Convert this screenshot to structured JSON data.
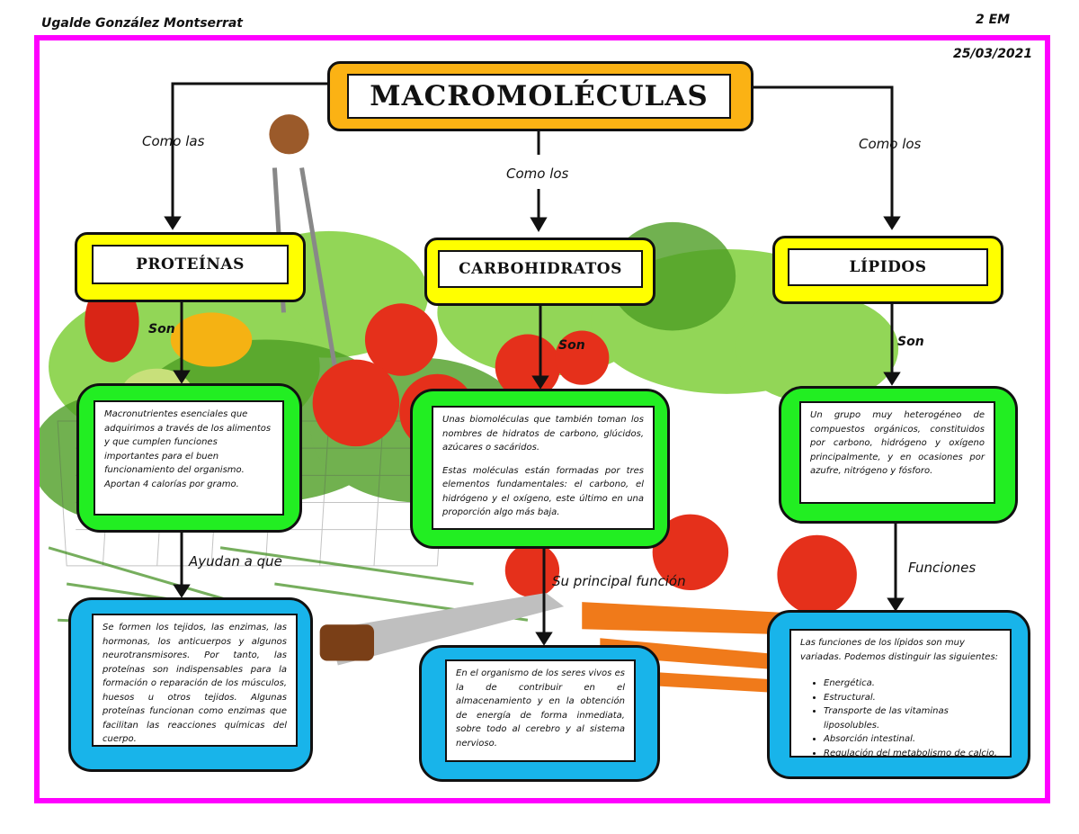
{
  "header": {
    "author": "Ugalde González Montserrat",
    "group": "2 EM",
    "date": "25/03/2021"
  },
  "title": "MACROMOLÉCULAS",
  "connectors": {
    "left": "Como las",
    "center": "Como los",
    "right": "Como los"
  },
  "columns": [
    {
      "heading": "PROTEÍNAS",
      "link1": "Son",
      "definition": "Macronutrientes esenciales que adquirimos a través de los alimentos y que cumplen funciones importantes para el buen funcionamiento del organismo. Aportan 4 calorías por gramo.",
      "link2": "Ayudan a que",
      "detail": "Se formen los tejidos, las enzimas, las hormonas, los anticuerpos y algunos neurotransmisores. Por tanto, las proteínas son indispensables para la formación o reparación de los músculos, huesos u otros tejidos. Algunas proteínas funcionan como enzimas que facilitan las reacciones químicas del cuerpo."
    },
    {
      "heading": "CARBOHIDRATOS",
      "link1": "Son",
      "definition": "Unas biomoléculas que también toman los nombres de hidratos de carbono, glúcidos, azúcares o sacáridos.",
      "definition2": "Estas moléculas están formadas por tres elementos fundamentales: el carbono, el hidrógeno y el oxígeno, este último en una proporción algo más baja.",
      "link2": "Su principal función",
      "detail": "En el organismo de los seres vivos es la de contribuir en el almacenamiento y en la obtención de energía de forma inmediata, sobre todo al cerebro y al sistema nervioso."
    },
    {
      "heading": "LÍPIDOS",
      "link1": "Son",
      "definition": "Un grupo muy heterogéneo de compuestos orgánicos, constituidos por carbono, hidrógeno y oxígeno principalmente, y en ocasiones por azufre, nitrógeno y fósforo.",
      "link2": "Funciones",
      "detail_intro": "Las funciones de los lípidos son muy variadas. Podemos distinguir las siguientes:",
      "functions": [
        "Energética.",
        "Estructural.",
        "Transporte de las vitaminas liposolubles.",
        "Absorción intestinal.",
        "Regulación del metabolismo de calcio."
      ]
    }
  ],
  "colors": {
    "frame": "#ff00ff",
    "title_box": "#fbb214",
    "heading_box": "#ffff00",
    "definition_box": "#22ee22",
    "detail_box": "#18b4ea"
  }
}
